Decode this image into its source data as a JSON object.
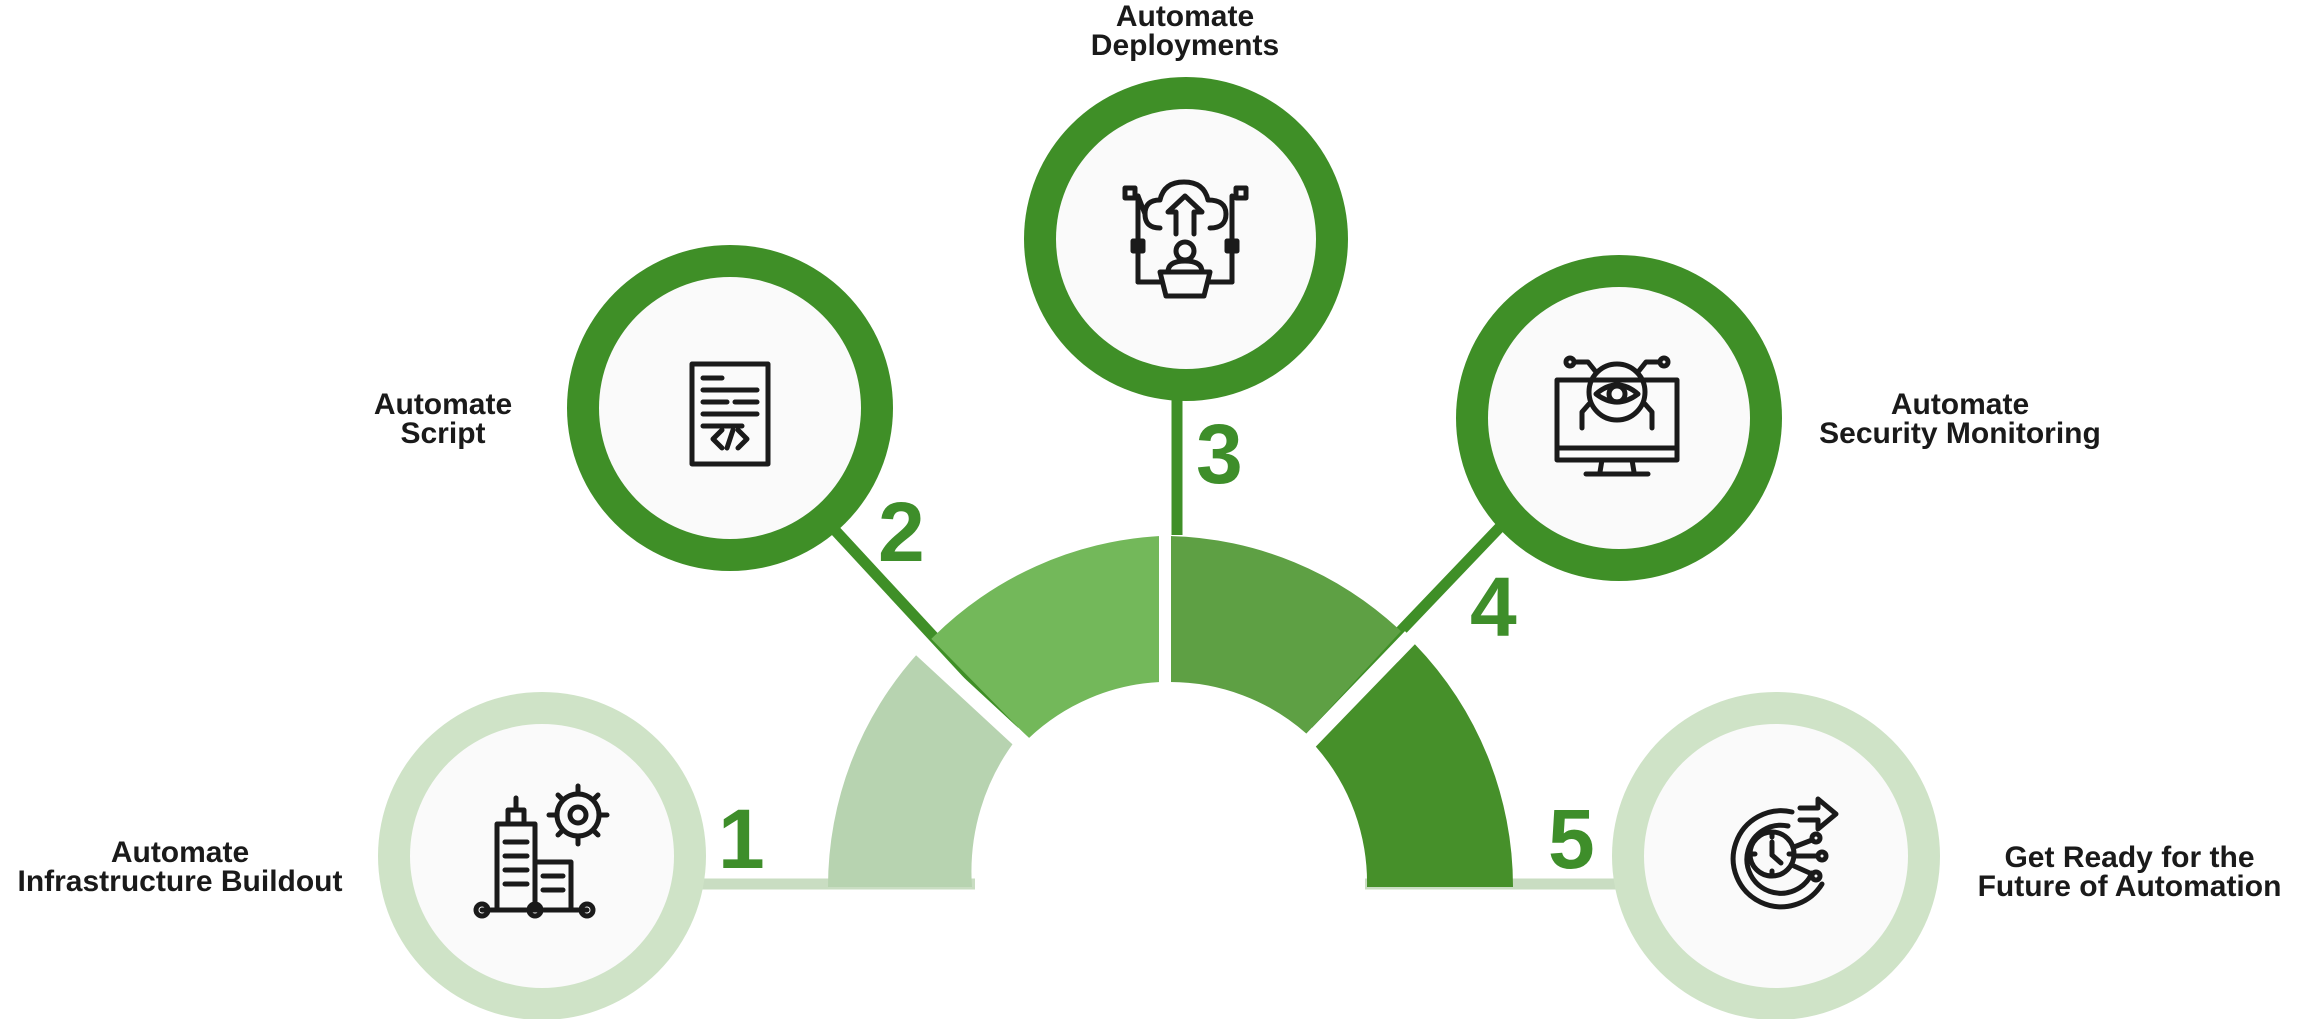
{
  "colors": {
    "step1": "#b7d3b0",
    "step2": "#73b85a",
    "step3": "#5ea044",
    "step4": "#46902a",
    "step5": "#3d8a25",
    "ring_light": "#cfe3c7",
    "ring_dark": "#3f8f27",
    "number": "#3e8e2a",
    "text": "#1a1a1a",
    "icon": "#1a1a1a"
  },
  "steps": [
    {
      "number": "1",
      "line1": "Automate",
      "line2": "Infrastructure Buildout",
      "icon": "building-gear-icon"
    },
    {
      "number": "2",
      "line1": "Automate",
      "line2": "Script",
      "icon": "code-document-icon"
    },
    {
      "number": "3",
      "line1": "Automate",
      "line2": "Deployments",
      "icon": "cloud-deploy-icon"
    },
    {
      "number": "4",
      "line1": "Automate",
      "line2": "Security Monitoring",
      "icon": "monitor-eye-icon"
    },
    {
      "number": "5",
      "line1": "Get Ready for the",
      "line2": "Future of Automation",
      "icon": "clock-arrow-icon"
    }
  ]
}
